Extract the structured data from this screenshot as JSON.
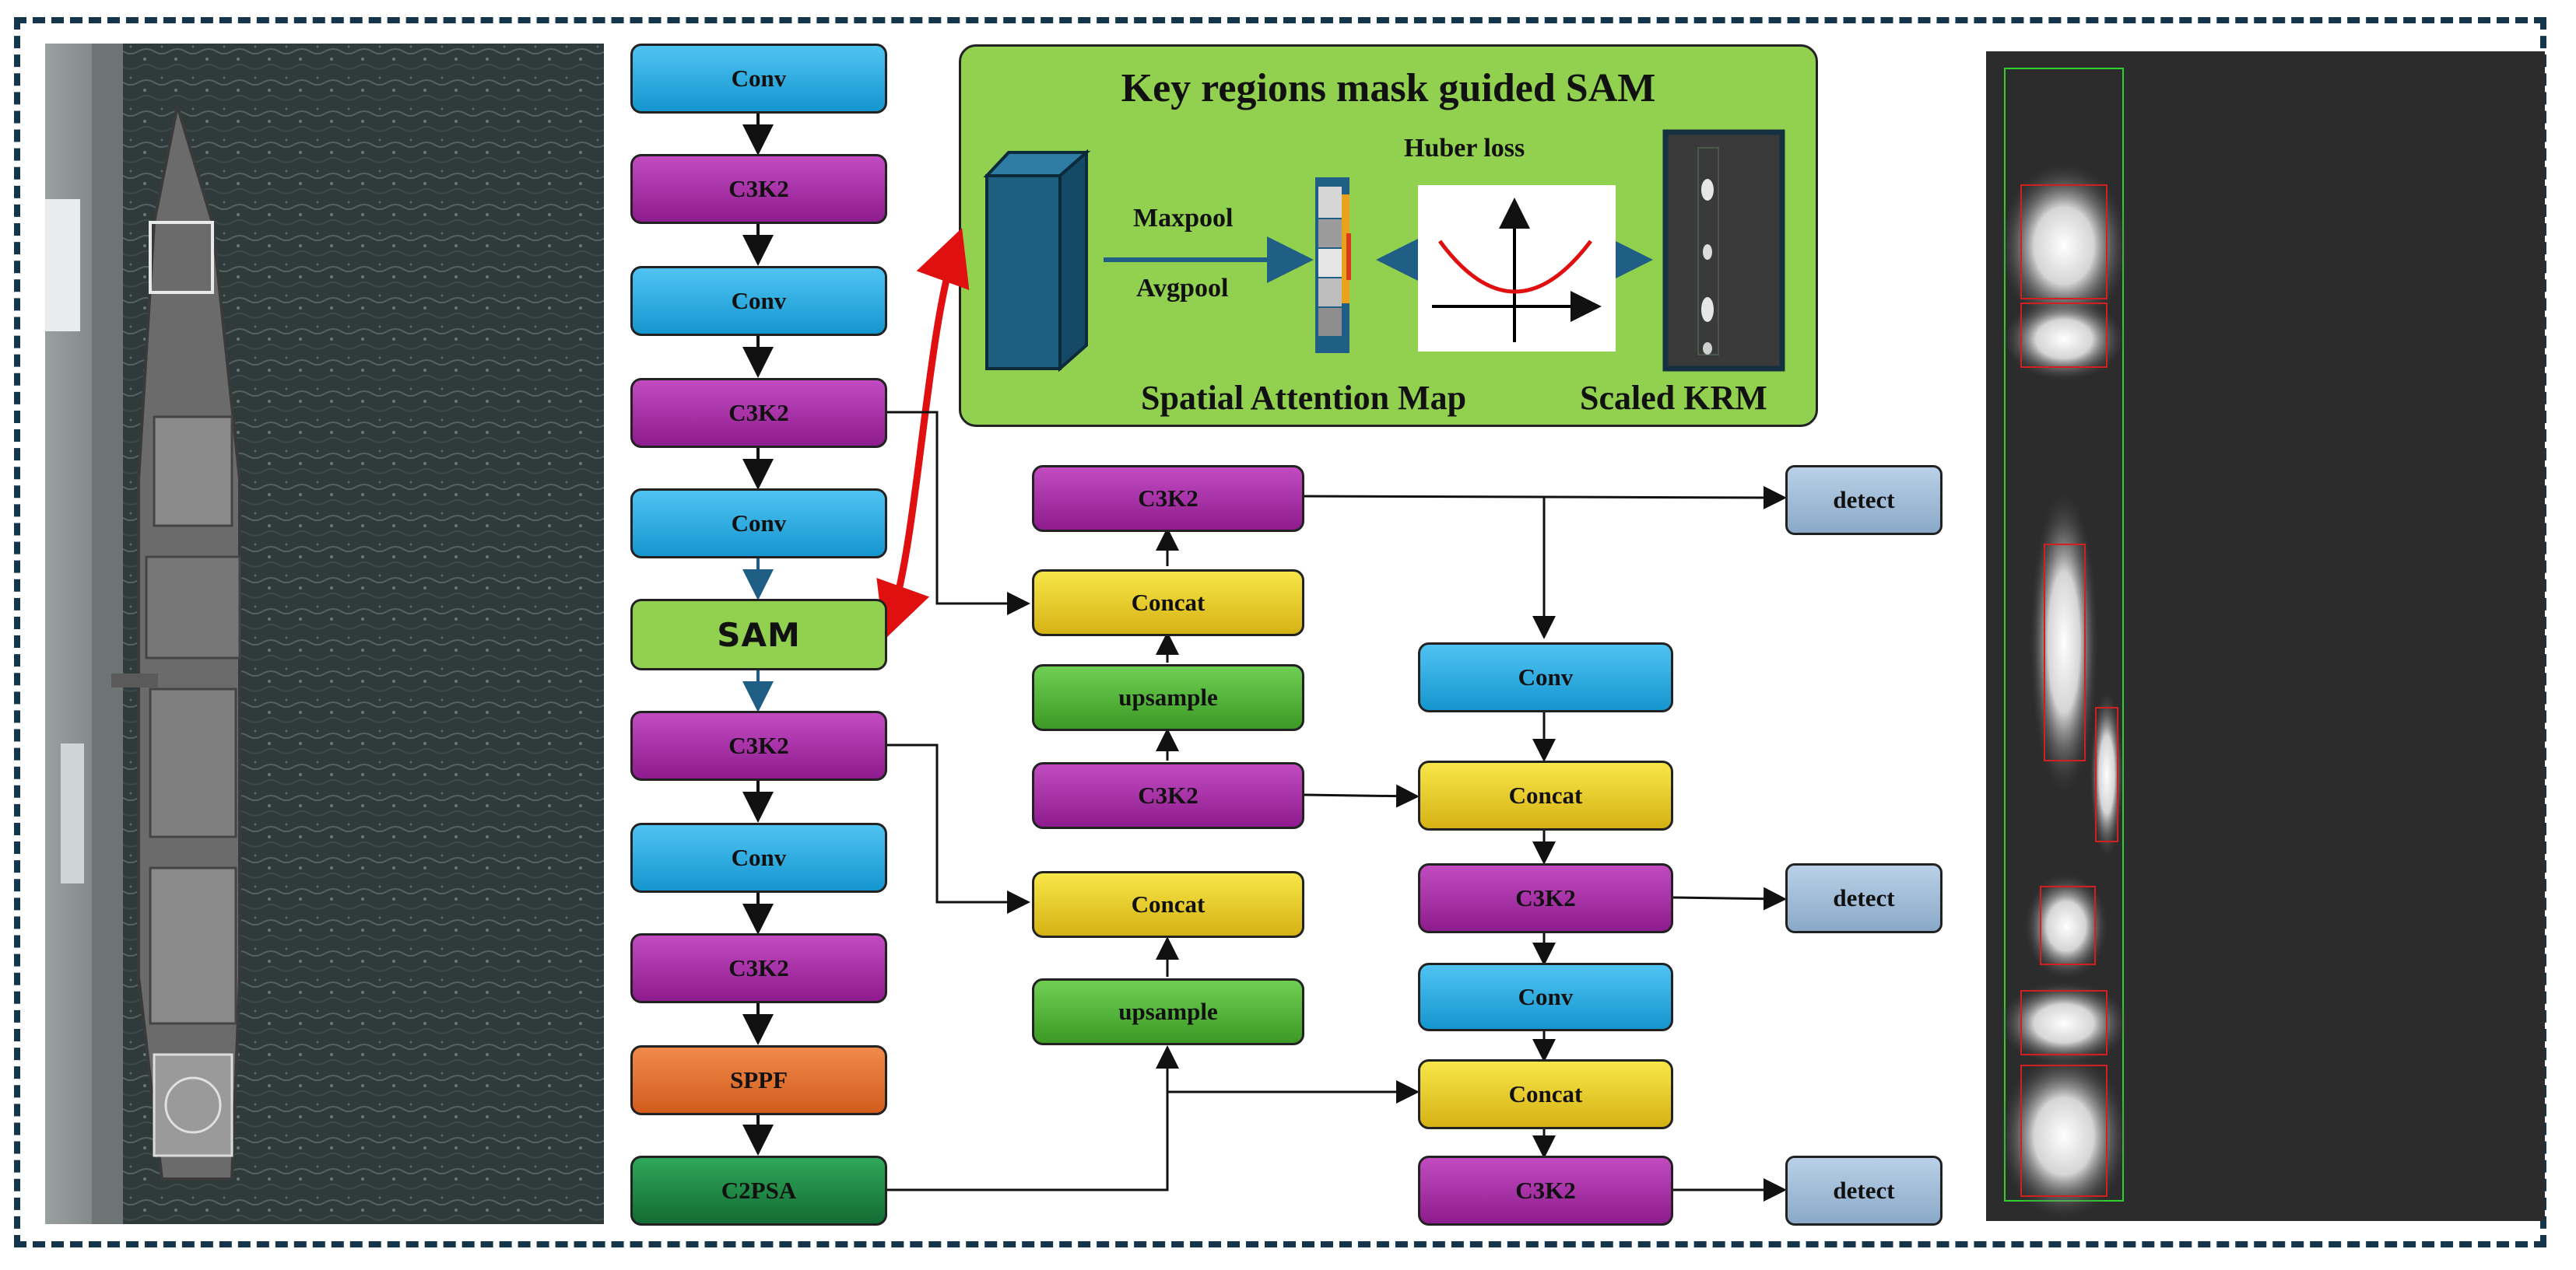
{
  "backbone": {
    "n1": "Conv",
    "n2": "C3K2",
    "n3": "Conv",
    "n4": "C3K2",
    "n5": "Conv",
    "n6": "SAM",
    "n7": "C3K2",
    "n8": "Conv",
    "n9": "C3K2",
    "n10": "SPPF",
    "n11": "C2PSA"
  },
  "neck": {
    "top_c3k2": "C3K2",
    "concat1": "Concat",
    "upsample1": "upsample",
    "c3k2_mid": "C3K2",
    "concat2": "Concat",
    "upsample2": "upsample"
  },
  "head": {
    "conv1": "Conv",
    "concat3": "Concat",
    "c3k2_1": "C3K2",
    "conv2": "Conv",
    "concat4": "Concat",
    "c3k2_2": "C3K2"
  },
  "detect": {
    "d1": "detect",
    "d2": "detect",
    "d3": "detect"
  },
  "sam_panel": {
    "title": "Key regions mask guided SAM",
    "maxpool": "Maxpool",
    "avgpool": "Avgpool",
    "huber": "Huber loss",
    "attention_map": "Spatial Attention Map",
    "scaled_krm": "Scaled KRM"
  },
  "colors": {
    "frame": "#15354a",
    "conv": "#29abe2",
    "c3k2": "#a0309f",
    "concat": "#f0d12c",
    "upsample": "#4fb035",
    "sppf": "#e86f2c",
    "c2psa": "#1b7d3e",
    "detect": "#a2bedb",
    "sam": "#92d050",
    "red_arrow": "#e01010",
    "blue_arrow": "#1f5f86"
  }
}
